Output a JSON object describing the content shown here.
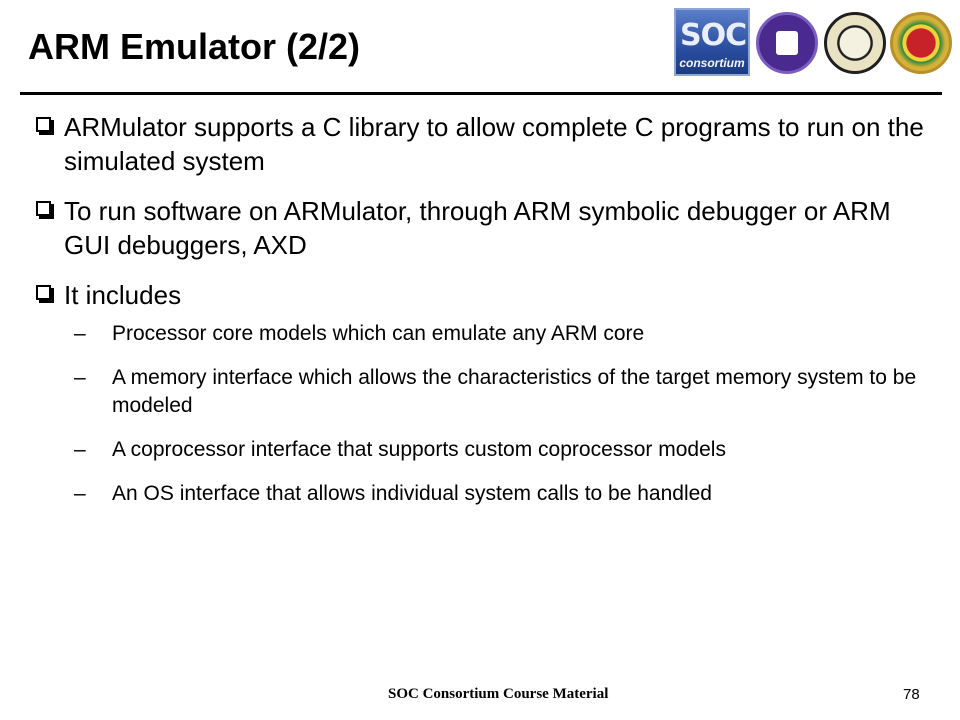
{
  "slide": {
    "title": "ARM Emulator (2/2)",
    "bullets": [
      "ARMulator supports a C library to allow complete C programs to run on the simulated system",
      "To run software on ARMulator, through ARM symbolic debugger or ARM GUI debuggers, AXD",
      "It includes"
    ],
    "subitems": [
      "Processor core models which can emulate any ARM core",
      "A memory interface which allows the characteristics of the target memory system to be modeled",
      "A coprocessor interface that supports custom coprocessor models",
      "An OS interface that allows individual system calls to be handled"
    ],
    "dash_glyph": "–"
  },
  "logos": {
    "soc_main": "SOC",
    "soc_sub": "consortium"
  },
  "footer": {
    "text": "SOC Consortium Course Material",
    "page_number": "78"
  },
  "colors": {
    "text": "#000000",
    "background": "#ffffff",
    "soc_logo_blue": "#2a4fa0"
  }
}
